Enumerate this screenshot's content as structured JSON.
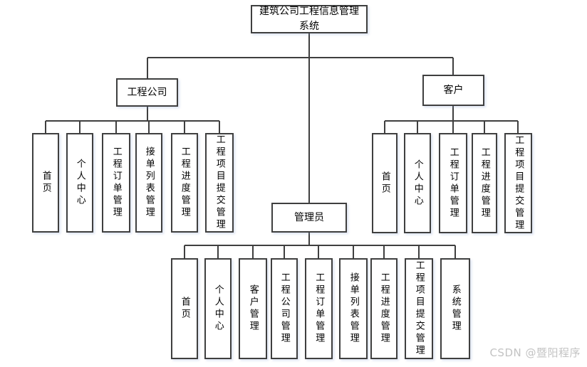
{
  "diagram": {
    "root": "建筑公司工程信息管理系统",
    "branches": [
      {
        "label": "工程公司",
        "children": [
          "首页",
          "个人中心",
          "工程订单管理",
          "接单列表管理",
          "工程进度管理",
          "工程项目提交管理"
        ]
      },
      {
        "label": "客户",
        "children": [
          "首页",
          "个人中心",
          "工程订单管理",
          "工程进度管理",
          "工程项目提交管理"
        ]
      },
      {
        "label": "管理员",
        "children": [
          "首页",
          "个人中心",
          "客户管理",
          "工程公司管理",
          "工程订单管理",
          "接单列表管理",
          "工程进度管理",
          "工程项目提交管理",
          "系统管理"
        ]
      }
    ]
  },
  "watermark": "CSDN @暨阳程序",
  "colors": {
    "line": "#3f3f3f",
    "box_border": "#3f3f3f",
    "box_fill": "#ffffff",
    "text": "#000000",
    "watermark": "#c3c3c3",
    "page_bg": "#ffffff"
  }
}
